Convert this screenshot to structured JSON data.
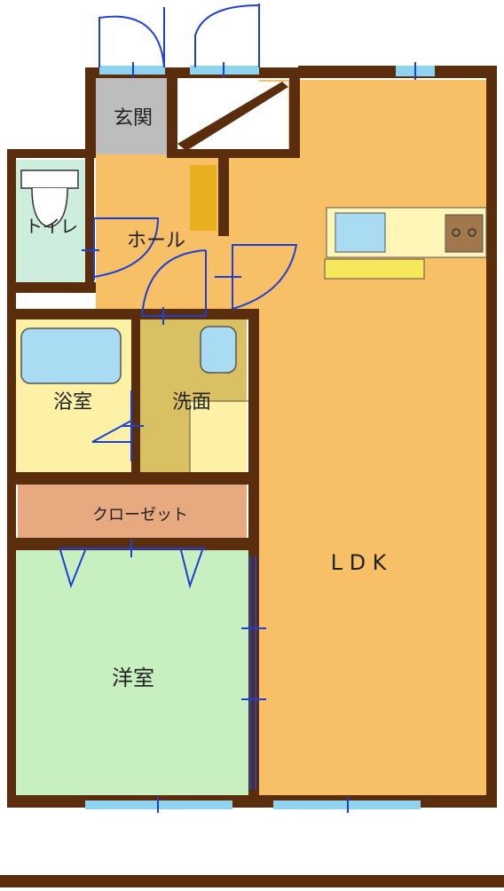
{
  "colors": {
    "wall": "#5a2e0c",
    "ldk": "#f7bf66",
    "hall": "#f7bf66",
    "entrance": "#bdbdbd",
    "toilet": "#cdeedd",
    "bath": "#fdf1a6",
    "washroom": "#d9c062",
    "closet": "#e7a97f",
    "western_room": "#c8efc0",
    "fixture_blue": "#a9dcf2",
    "door_line": "#1c3fd6",
    "window_blue": "#8fd3ef",
    "counter": "#fff6b8",
    "counter_yellow": "#f6e85a",
    "stove": "#a0784b",
    "shelf": "#e8b020",
    "inner_wall": "#ffffff"
  },
  "rooms": {
    "entrance": {
      "label": "玄関"
    },
    "hall": {
      "label": "ホール"
    },
    "toilet": {
      "label": "トイレ"
    },
    "bath": {
      "label": "浴室"
    },
    "washroom": {
      "label": "洗面"
    },
    "closet": {
      "label": "クローゼット"
    },
    "western": {
      "label": "洋室"
    },
    "ldk": {
      "label": "L D K"
    }
  },
  "icons": {
    "kitchen_sink": "kitchen-sink-icon",
    "stove": "stove-icon",
    "toilet": "toilet-icon",
    "bathtub": "bathtub-icon",
    "wash_basin": "wash-basin-icon"
  }
}
